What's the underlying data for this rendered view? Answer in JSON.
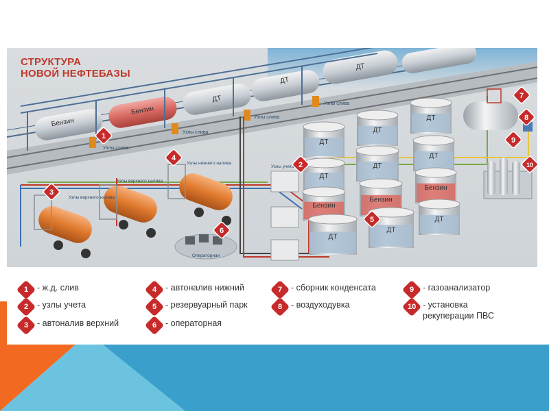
{
  "title": "СТРУКТУРА\nНОВОЙ НЕФТЕБАЗЫ",
  "colors": {
    "accent": "#c72a2a",
    "bg_orange": "#f26a21",
    "bg_blue_dark": "#3a9fc9",
    "bg_blue_light": "#6cc3e0",
    "benzin": "#d96a63",
    "dt": "#a9bfd3"
  },
  "train": {
    "cars": [
      "Бензин",
      "Бензин",
      "ДТ",
      "ДТ",
      "ДТ"
    ]
  },
  "scene_labels": {
    "rail_1": "Узлы слива",
    "rail_2": "Узлы слива",
    "rail_3": "Узлы слива",
    "rail_4": "Узлы слива",
    "top_fill": "Узлы верхнего налива",
    "top_fill_2": "Узлы верхнего налива",
    "bottom_fill": "Узлы нижнего налива",
    "metering": "Узлы учета",
    "operator": "Операторная"
  },
  "tanks": [
    {
      "label": "ДТ"
    },
    {
      "label": "ДТ"
    },
    {
      "label": "ДТ"
    },
    {
      "label": "ДТ"
    },
    {
      "label": "ДТ"
    },
    {
      "label": "ДТ"
    },
    {
      "label": "Бензин"
    },
    {
      "label": "Бензин"
    },
    {
      "label": "Бензин"
    },
    {
      "label": "ДТ"
    },
    {
      "label": "ДТ"
    },
    {
      "label": "ДТ"
    }
  ],
  "markers": [
    "1",
    "2",
    "3",
    "4",
    "5",
    "6",
    "7",
    "8",
    "9",
    "10"
  ],
  "legend": [
    {
      "num": "1",
      "text": "- ж.д. слив"
    },
    {
      "num": "2",
      "text": "- узлы учета"
    },
    {
      "num": "3",
      "text": "- автоналив верхний"
    },
    {
      "num": "4",
      "text": "- автоналив нижний"
    },
    {
      "num": "5",
      "text": "- резервуарный парк"
    },
    {
      "num": "6",
      "text": "- операторная"
    },
    {
      "num": "7",
      "text": "- сборник конденсата"
    },
    {
      "num": "8",
      "text": "- воздуходувка"
    },
    {
      "num": "9",
      "text": "- газоанализатор"
    },
    {
      "num": "10",
      "text": "- установка\nрекуперации ПВС"
    }
  ]
}
